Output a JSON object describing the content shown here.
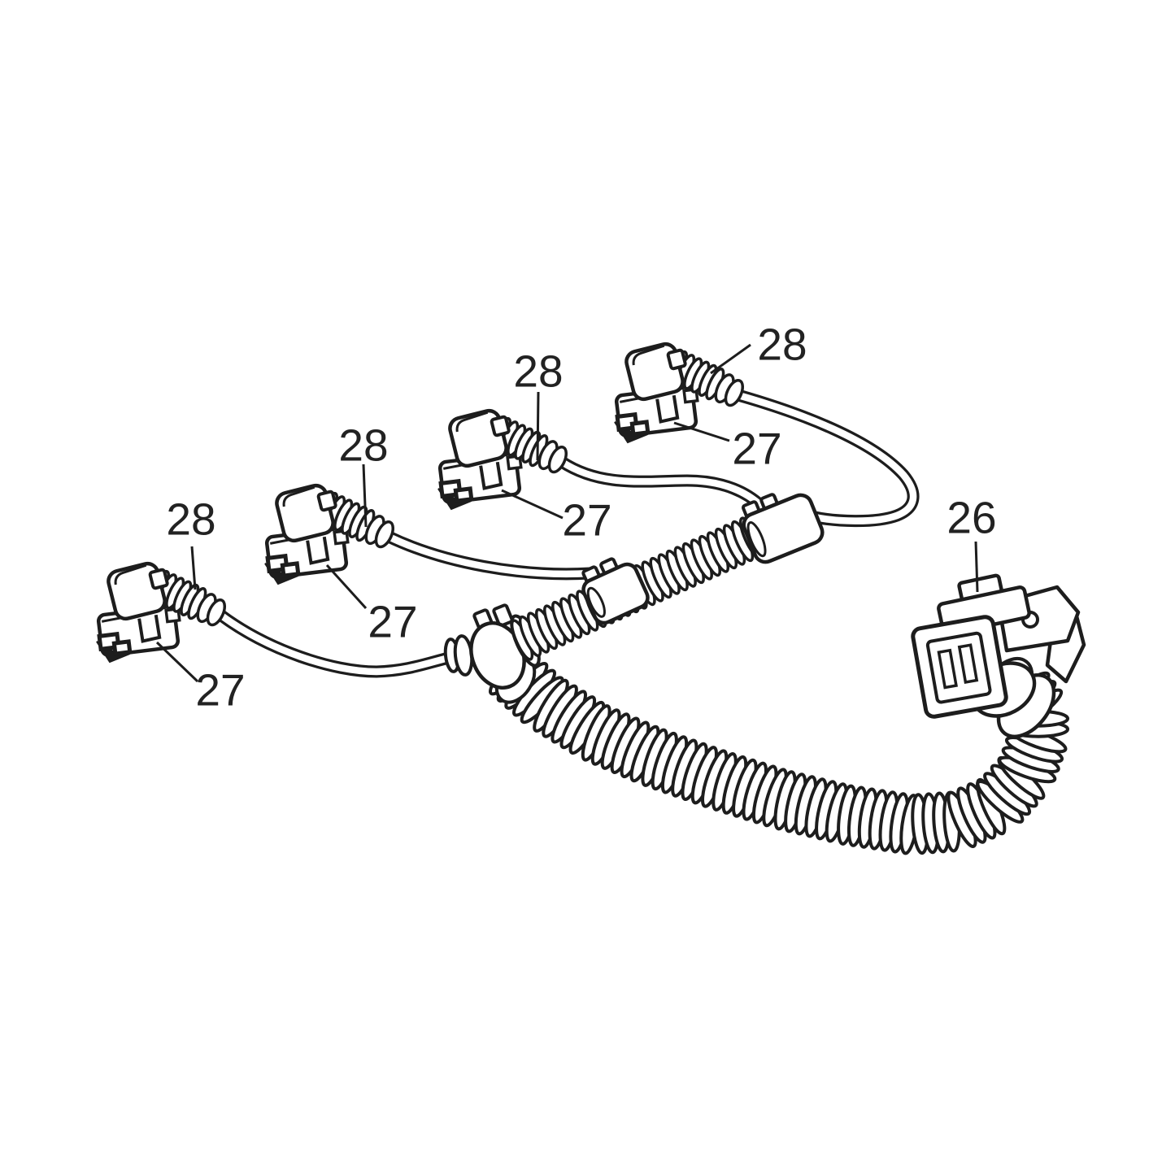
{
  "diagram": {
    "background": "#ffffff",
    "line_color": "#1d1d1d",
    "callouts": [
      {
        "part": "28",
        "instance": 1,
        "points_to": "injector-boot-1"
      },
      {
        "part": "27",
        "instance": 1,
        "points_to": "injector-connector-1"
      },
      {
        "part": "28",
        "instance": 2,
        "points_to": "injector-boot-2"
      },
      {
        "part": "27",
        "instance": 2,
        "points_to": "injector-connector-2"
      },
      {
        "part": "28",
        "instance": 3,
        "points_to": "injector-boot-3"
      },
      {
        "part": "27",
        "instance": 3,
        "points_to": "injector-connector-3"
      },
      {
        "part": "28",
        "instance": 4,
        "points_to": "injector-boot-4"
      },
      {
        "part": "27",
        "instance": 4,
        "points_to": "injector-connector-4"
      },
      {
        "part": "26",
        "instance": 1,
        "points_to": "main-connector"
      }
    ]
  }
}
